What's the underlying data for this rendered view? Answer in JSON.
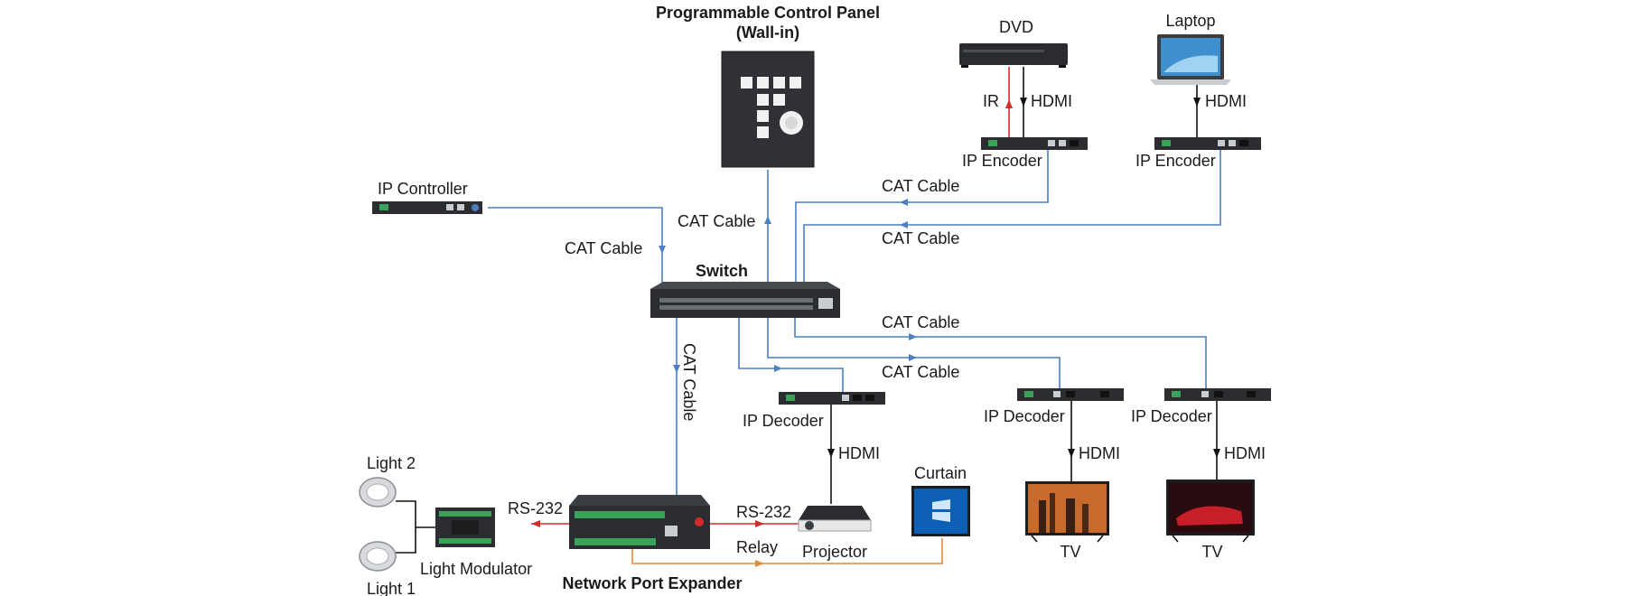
{
  "labels": {
    "panel_title_1": "Programmable Control Panel",
    "panel_title_2": "(Wall-in)",
    "dvd": "DVD",
    "laptop": "Laptop",
    "ir": "IR",
    "hdmi": "HDMI",
    "ip_encoder": "IP Encoder",
    "ip_controller": "IP Controller",
    "cat_cable": "CAT Cable",
    "switch": "Switch",
    "ip_decoder": "IP Decoder",
    "light_2": "Light 2",
    "light_1": "Light 1",
    "light_modulator": "Light Modulator",
    "rs232": "RS-232",
    "relay": "Relay",
    "projector": "Projector",
    "curtain": "Curtain",
    "tv": "TV",
    "network_port_expander": "Network Port Expander"
  },
  "colors": {
    "cat_line": "#4a7fc1",
    "ir_line": "#d12b2b",
    "rs232_line": "#d12b2b",
    "relay_line": "#e08a3a",
    "hdmi_line": "#111111"
  }
}
